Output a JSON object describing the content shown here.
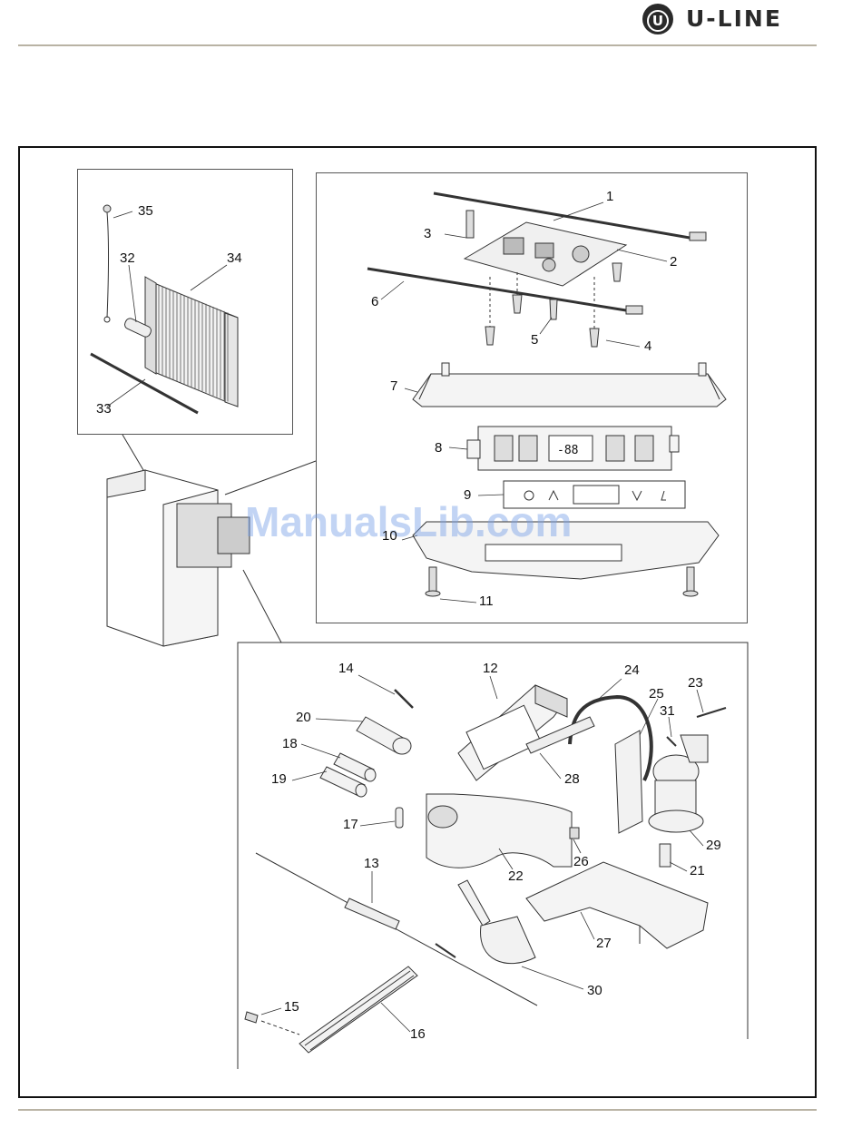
{
  "header": {
    "brand": "U-LINE",
    "logo_letter": "U"
  },
  "watermark": "ManualsLib.com",
  "callouts": [
    {
      "id": "c1",
      "text": "1"
    },
    {
      "id": "c2",
      "text": "2"
    },
    {
      "id": "c3",
      "text": "3"
    },
    {
      "id": "c4",
      "text": "4"
    },
    {
      "id": "c5",
      "text": "5"
    },
    {
      "id": "c6",
      "text": "6"
    },
    {
      "id": "c7",
      "text": "7"
    },
    {
      "id": "c8",
      "text": "8"
    },
    {
      "id": "c9",
      "text": "9"
    },
    {
      "id": "c10",
      "text": "10"
    },
    {
      "id": "c11",
      "text": "11"
    },
    {
      "id": "c12",
      "text": "12"
    },
    {
      "id": "c13",
      "text": "13"
    },
    {
      "id": "c14",
      "text": "14"
    },
    {
      "id": "c15",
      "text": "15"
    },
    {
      "id": "c16",
      "text": "16"
    },
    {
      "id": "c17",
      "text": "17"
    },
    {
      "id": "c18",
      "text": "18"
    },
    {
      "id": "c19",
      "text": "19"
    },
    {
      "id": "c20",
      "text": "20"
    },
    {
      "id": "c21",
      "text": "21"
    },
    {
      "id": "c22",
      "text": "22"
    },
    {
      "id": "c23",
      "text": "23"
    },
    {
      "id": "c24",
      "text": "24"
    },
    {
      "id": "c25",
      "text": "25"
    },
    {
      "id": "c26",
      "text": "26"
    },
    {
      "id": "c27",
      "text": "27"
    },
    {
      "id": "c28",
      "text": "28"
    },
    {
      "id": "c29",
      "text": "29"
    },
    {
      "id": "c30",
      "text": "30"
    },
    {
      "id": "c31",
      "text": "31"
    },
    {
      "id": "c32",
      "text": "32"
    },
    {
      "id": "c33",
      "text": "33"
    },
    {
      "id": "c34",
      "text": "34"
    },
    {
      "id": "c35",
      "text": "35"
    }
  ],
  "display_readout": "-88"
}
